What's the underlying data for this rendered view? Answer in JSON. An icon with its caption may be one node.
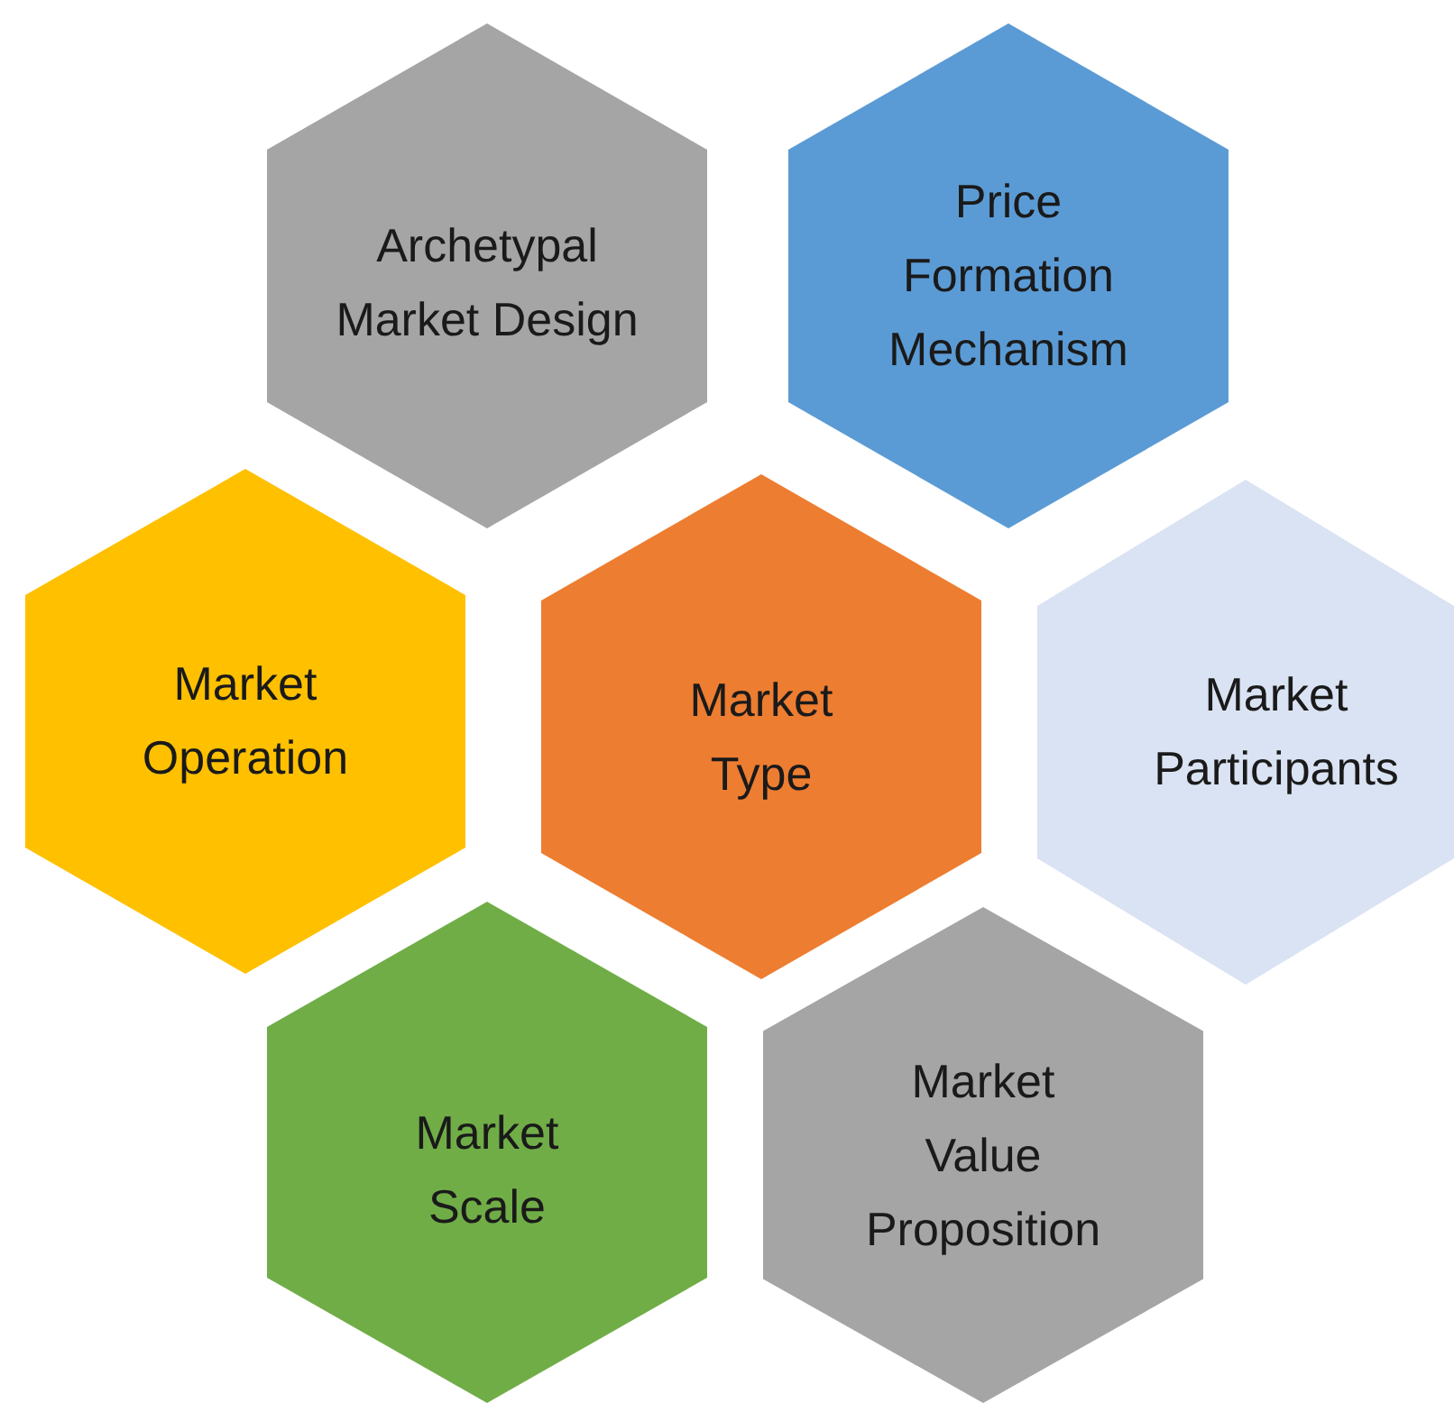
{
  "diagram": {
    "nodes": [
      {
        "text": [
          "Archetypal Market Design"
        ]
      },
      {
        "text": [
          "Price Formation Mechanism"
        ]
      },
      {
        "text": [
          "Market Operation"
        ]
      },
      {
        "text": [
          "Market Type"
        ]
      },
      {
        "text": [
          "Market Participants"
        ]
      },
      {
        "text": [
          "Market Scale"
        ]
      },
      {
        "text": [
          "Market Value Proposition"
        ]
      }
    ]
  }
}
